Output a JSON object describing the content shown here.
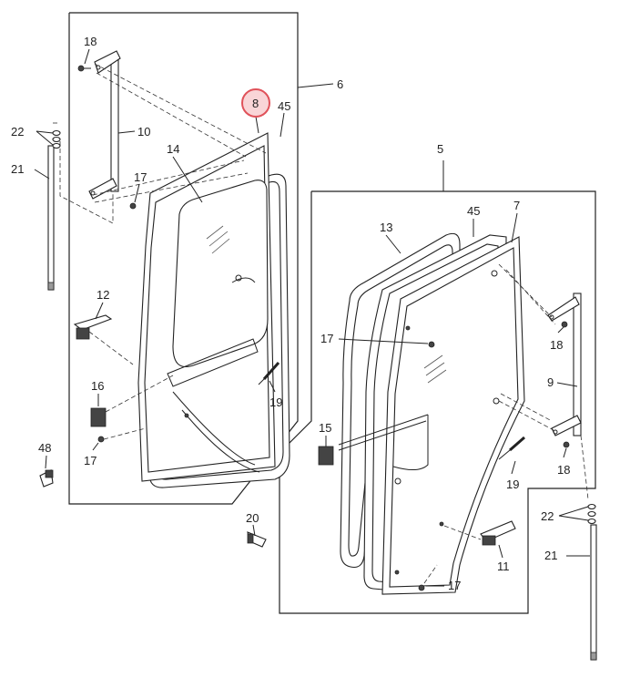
{
  "highlight": {
    "color": "#e0525a",
    "fill": "#f9d5d7"
  },
  "callouts": {
    "c6": "6",
    "c8": "8",
    "c45a": "45",
    "c14": "14",
    "c10": "10",
    "c18a": "18",
    "c17a": "17",
    "c22a": "22",
    "c21a": "21",
    "c12": "12",
    "c16": "16",
    "c17b": "17",
    "c19a": "19",
    "c48": "48",
    "c20": "20",
    "c5": "5",
    "c13": "13",
    "c45b": "45",
    "c7": "7",
    "c17c": "17",
    "c18b": "18",
    "c9": "9",
    "c15": "15",
    "c19b": "19",
    "c18c": "18",
    "c22b": "22",
    "c21b": "21",
    "c11": "11",
    "c17d": "17"
  }
}
